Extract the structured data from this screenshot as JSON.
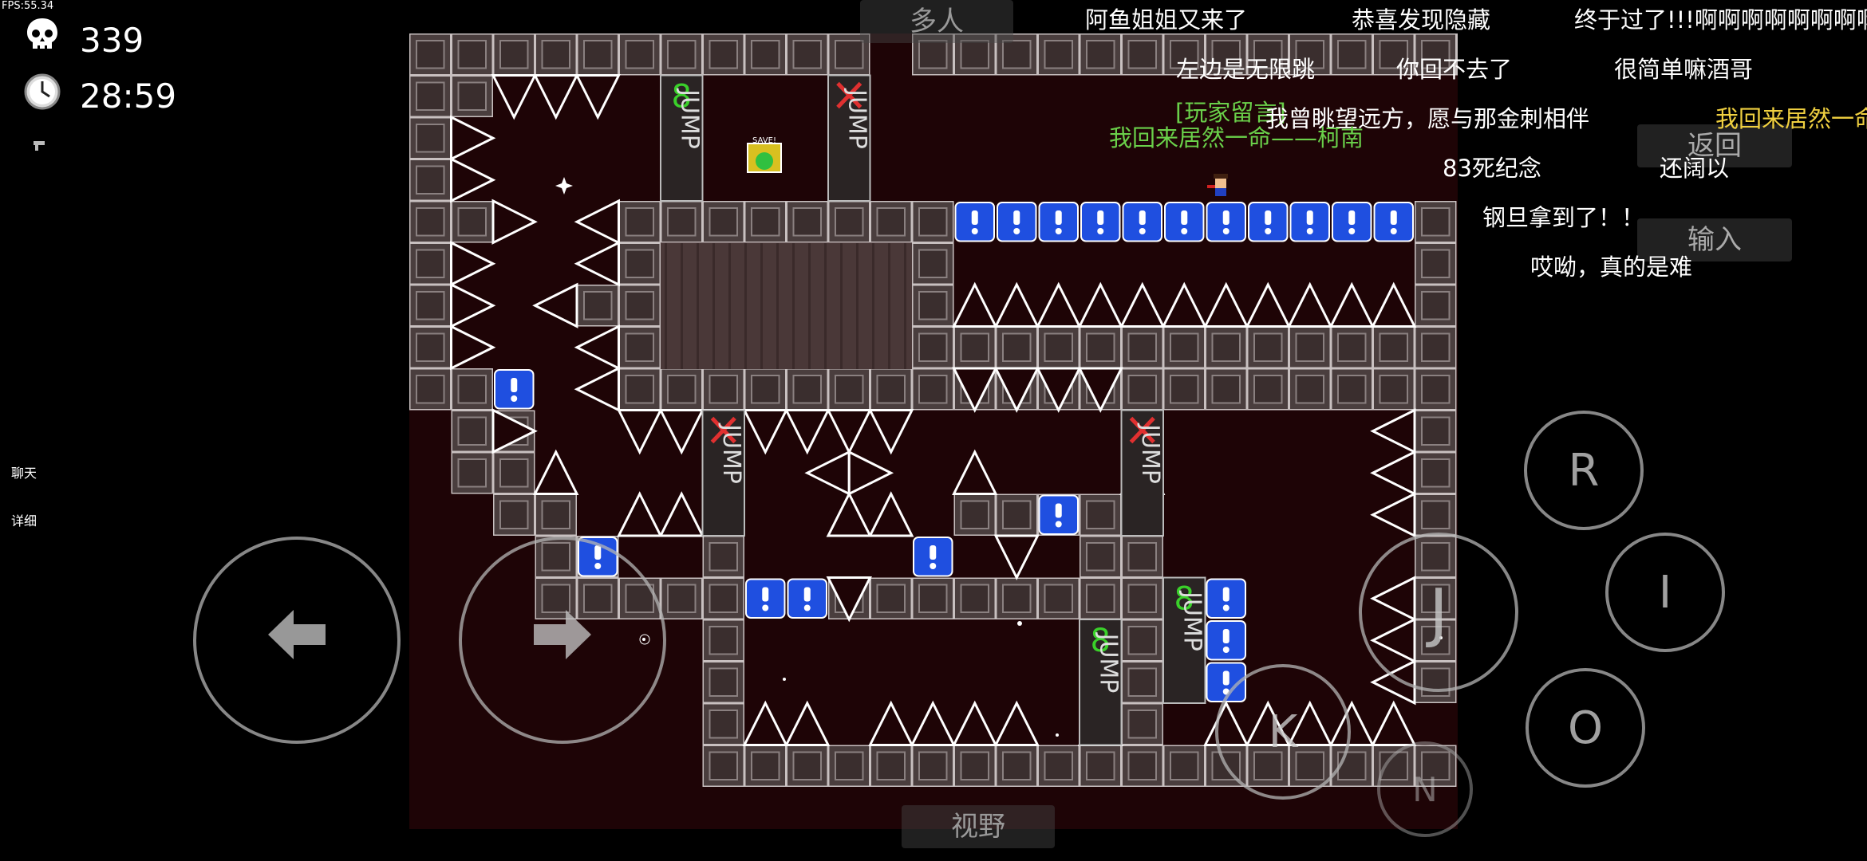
{
  "hud": {
    "fps": "FPS:55.34",
    "deaths": "339",
    "time": "28:59",
    "skull_icon": "skull-icon",
    "clock_icon": "clock-icon"
  },
  "side_menu": {
    "chat": "聊天",
    "details": "详细"
  },
  "top_buttons": {
    "multiplayer": "多人",
    "view": "视野",
    "back": "返回",
    "input": "输入"
  },
  "controls": {
    "r": "R",
    "j": "J",
    "i": "I",
    "k": "K",
    "o": "O",
    "n": "N",
    "left_icon": "arrow-left-icon",
    "right_icon": "arrow-right-icon"
  },
  "signs": {
    "jump": "JUMP",
    "save": "SAVE!",
    "eight": "8"
  },
  "danmaku": [
    {
      "text": "阿鱼姐姐又来了",
      "color": "#ffffff"
    },
    {
      "text": "恭喜发现隐藏",
      "color": "#ffffff"
    },
    {
      "text": "终于过了!!!啊啊啊啊啊啊啊啊",
      "color": "#ffffff"
    },
    {
      "text": "左边是无限跳",
      "color": "#ffffff"
    },
    {
      "text": "你回不去了",
      "color": "#ffffff"
    },
    {
      "text": "很简单嘛酒哥",
      "color": "#ffffff"
    },
    {
      "text": "[玩家留言]",
      "color": "#6ad04a"
    },
    {
      "text": "我曾眺望远方，愿与那金刺相伴",
      "color": "#ffffff"
    },
    {
      "text": "我回来居然一命",
      "color": "#f0d040"
    },
    {
      "text": "我回来居然一命——柯南",
      "color": "#6ad04a"
    },
    {
      "text": "83死纪念",
      "color": "#ffffff"
    },
    {
      "text": "还阔以",
      "color": "#ffffff"
    },
    {
      "text": "钢旦拿到了！！",
      "color": "#ffffff"
    },
    {
      "text": "哎呦，真的是难",
      "color": "#ffffff"
    }
  ],
  "colors": {
    "background": "#000000",
    "level_bg": "#1e0406",
    "block_fill": "#4a3e3e",
    "block_edge": "#b8b0b0",
    "exclaim_block": "#1f4fe0",
    "spike": "#ffffff",
    "jump_green": "#3ad02a",
    "jump_red": "#e03030"
  }
}
